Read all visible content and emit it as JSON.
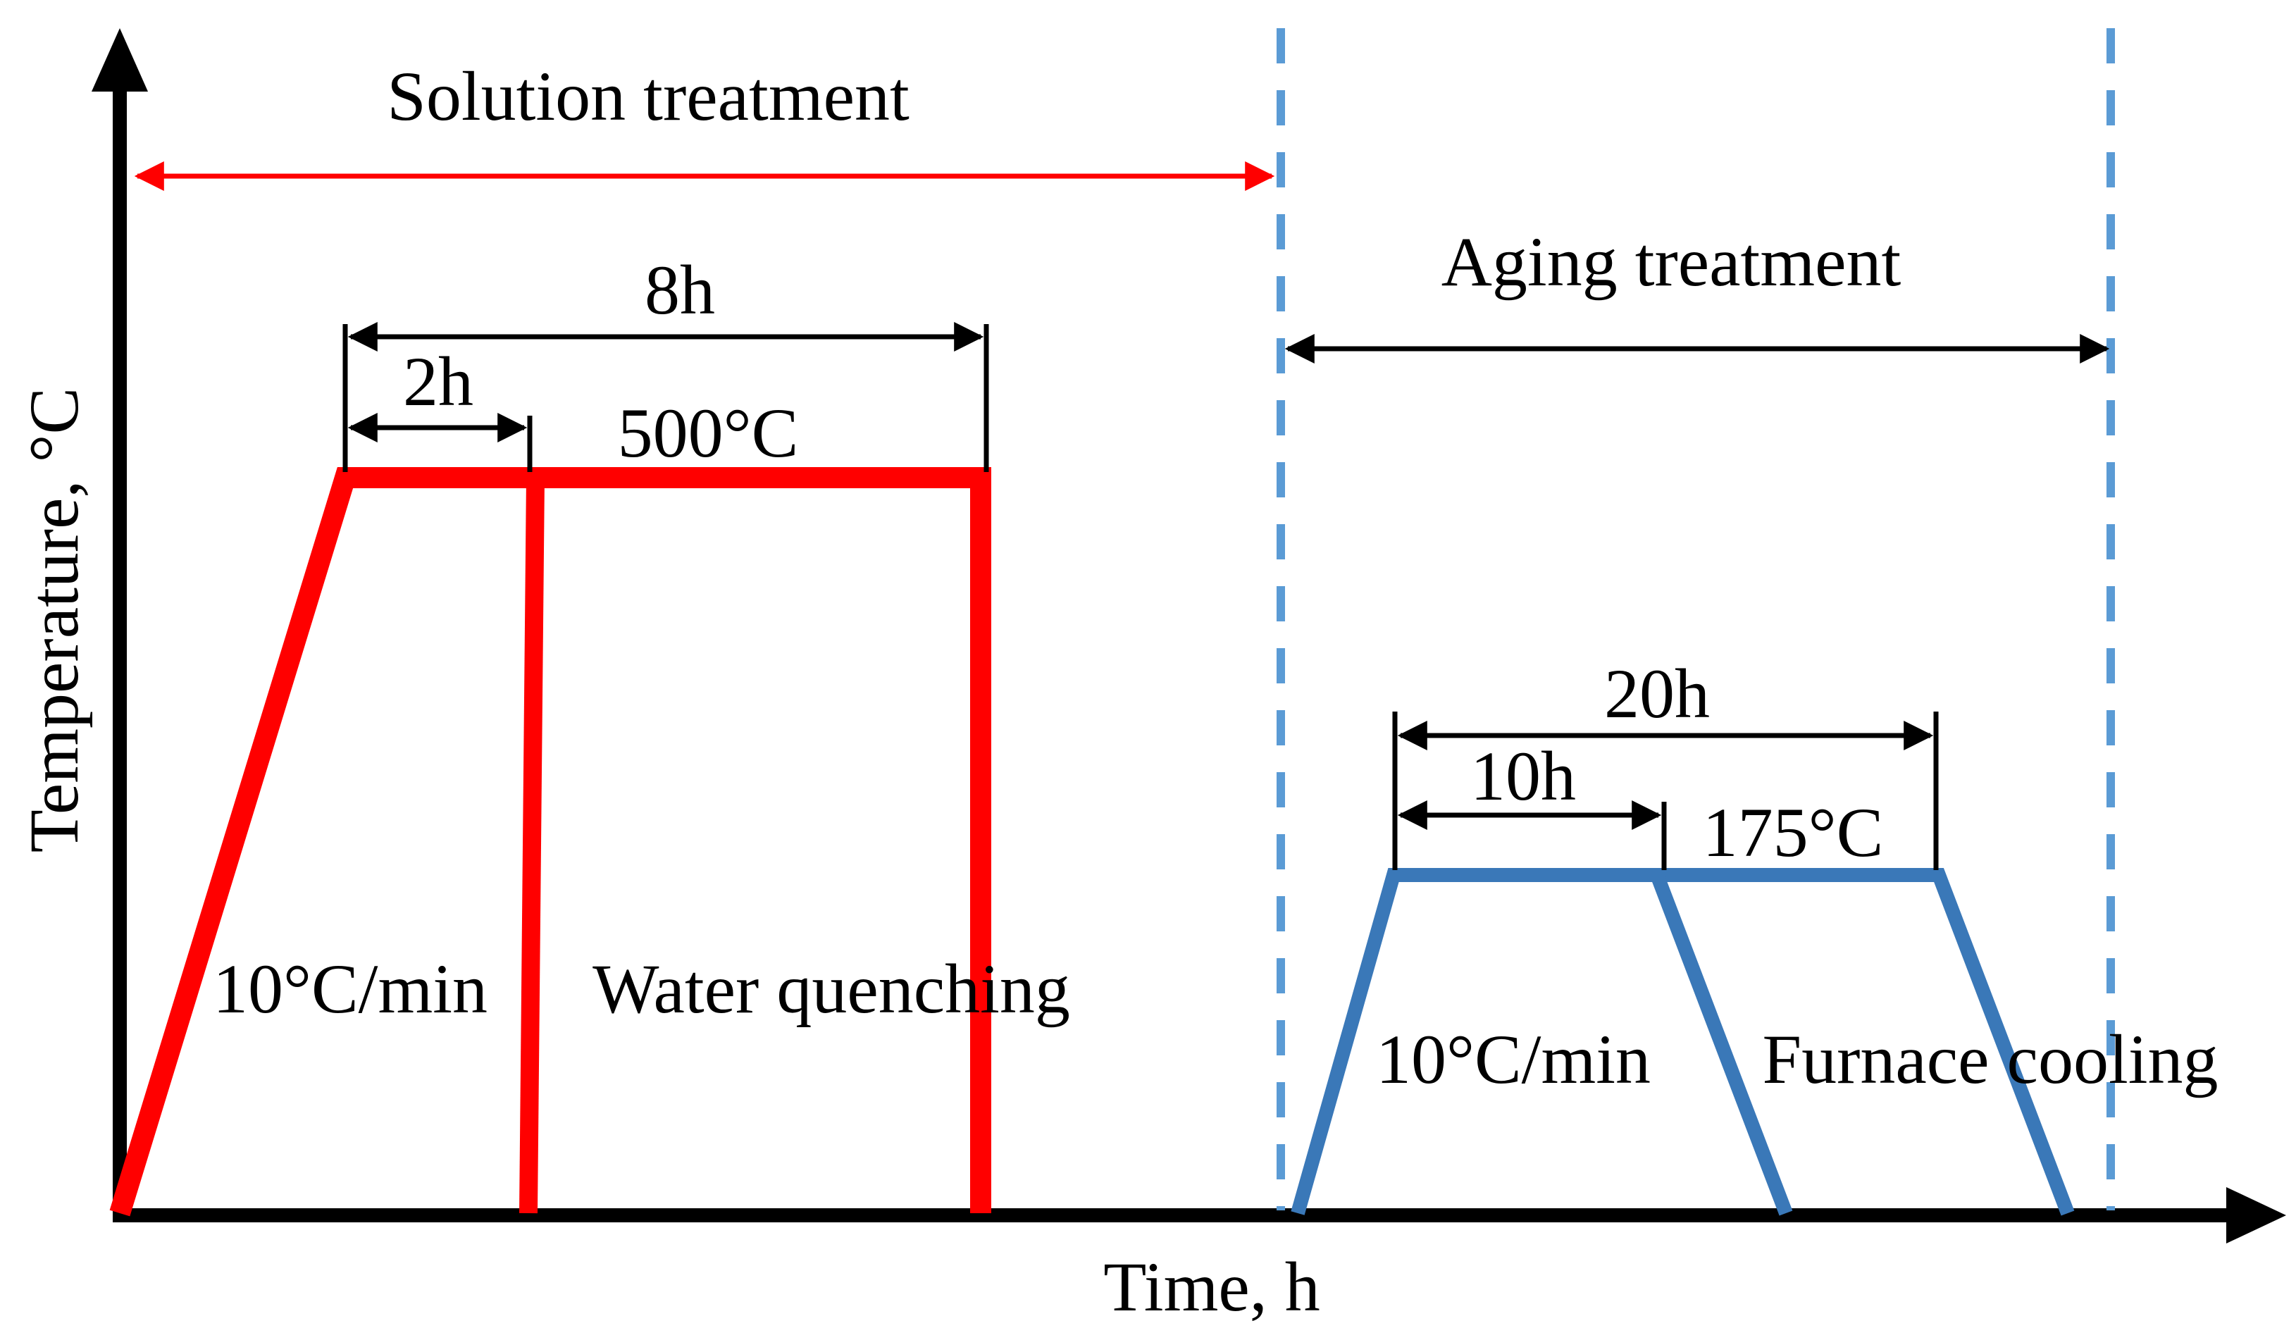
{
  "colors": {
    "solution": "#ff0000",
    "aging": "#3a78b8",
    "divider": "#5b9bd5",
    "axis": "#000000"
  },
  "axes": {
    "x_label": "Time, h",
    "y_label": "Temperature, °C"
  },
  "solution": {
    "title": "Solution treatment",
    "temperature": "500°C",
    "heating_rate": "10°C/min",
    "total_duration": "8h",
    "step_duration": "2h",
    "quench": "Water quenching"
  },
  "aging": {
    "title": "Aging treatment",
    "temperature": "175°C",
    "heating_rate": "10°C/min",
    "total_duration": "20h",
    "step_duration": "10h",
    "cooling": "Furnace cooling"
  }
}
